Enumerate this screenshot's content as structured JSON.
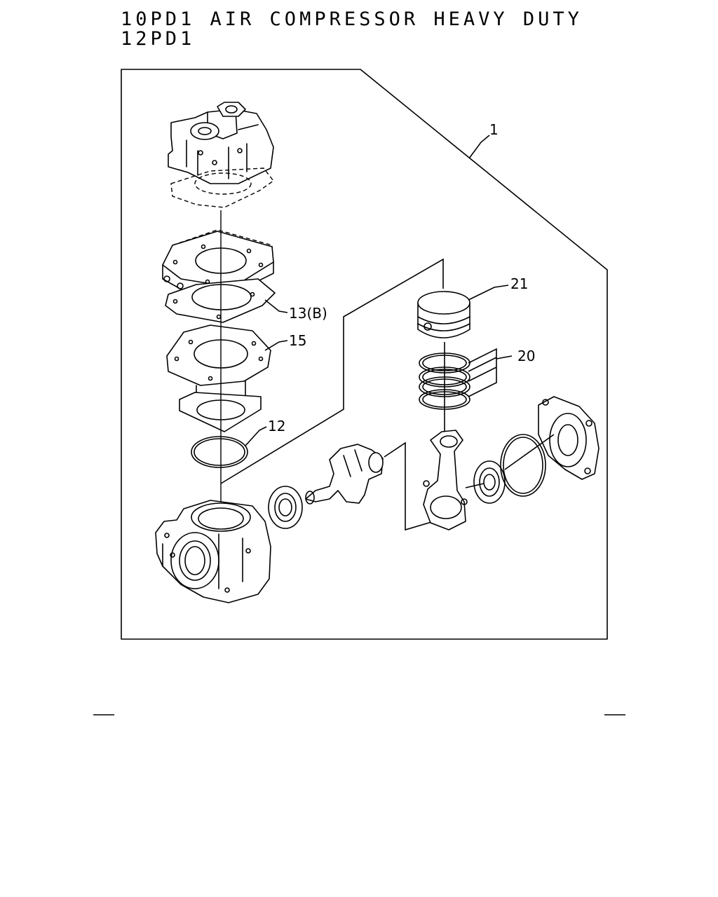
{
  "header": {
    "title_line_1": "10PD1 AIR COMPRESSOR HEAVY DUTY",
    "title_line_2": "12PD1"
  },
  "callouts": {
    "assembly": "1",
    "piston": "21",
    "piston_rings": "20",
    "gasket": "13(B)",
    "cylinder": "15",
    "o_ring": "12"
  }
}
